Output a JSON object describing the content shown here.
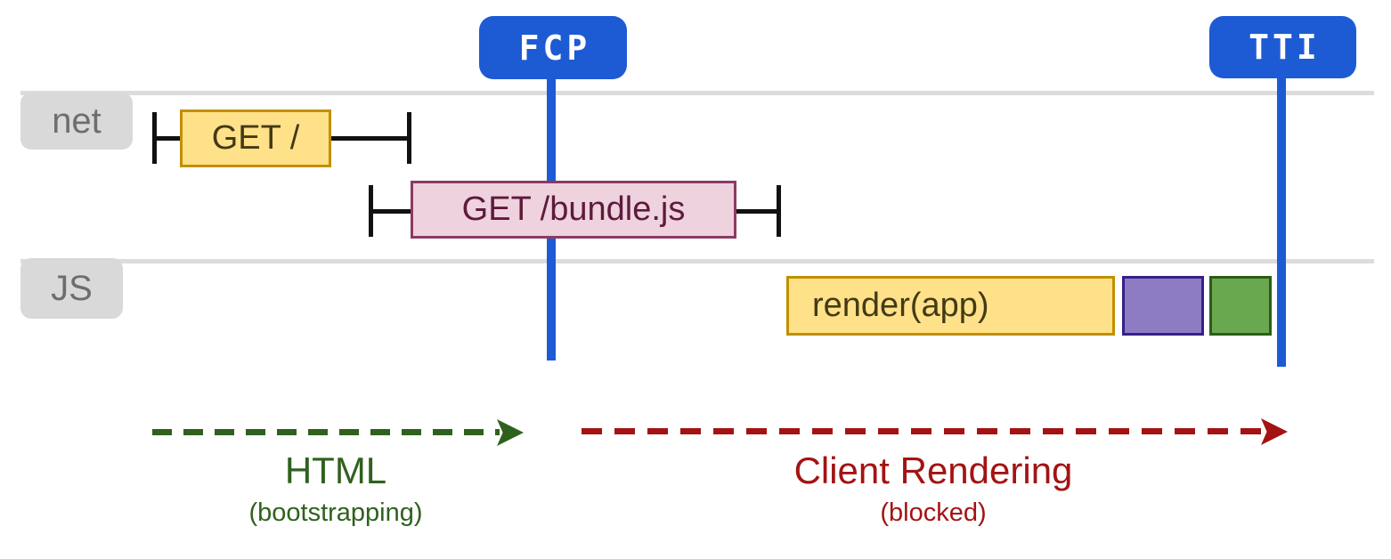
{
  "markers": {
    "fcp": "FCP",
    "tti": "TTI"
  },
  "lanes": {
    "net": "net",
    "js": "JS"
  },
  "requests": {
    "get_root": "GET /",
    "get_bundle": "GET /bundle.js"
  },
  "tasks": {
    "render_app": "render(app)"
  },
  "phases": {
    "html": {
      "label": "HTML",
      "sublabel": "(bootstrapping)"
    },
    "client_rendering": {
      "label": "Client Rendering",
      "sublabel": "(blocked)"
    }
  },
  "colors": {
    "marker_blue": "#1d5bd4",
    "task_yellow_fill": "#ffe18a",
    "task_yellow_border": "#c09000",
    "request_pink_fill": "#eed2de",
    "request_pink_border": "#8c3a64",
    "task_purple_fill": "#8e7cc3",
    "task_purple_border": "#37208a",
    "task_green_fill": "#6aa84f",
    "task_green_border": "#2c5d18",
    "phase_html_green": "#2f611d",
    "phase_client_red": "#a31313",
    "lane_gray": "#dcdcdc",
    "label_gray_fill": "#d9d9d9",
    "label_gray_text": "#6e6e6e"
  }
}
